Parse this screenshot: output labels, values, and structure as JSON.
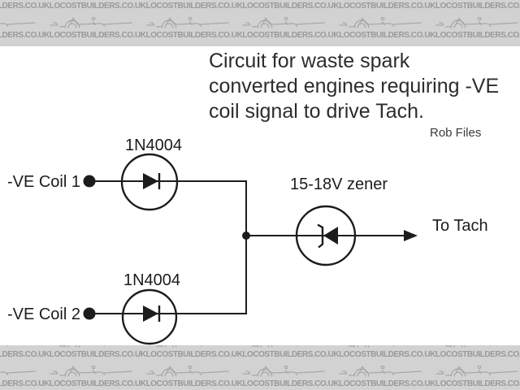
{
  "watermark": {
    "text": "LOCOSTBUILDERS.CO.UK"
  },
  "header": {
    "title_lines": [
      "Circuit for waste spark",
      "converted engines requiring -VE",
      "coil signal to drive Tach."
    ],
    "credit": "Rob Files"
  },
  "circuit": {
    "input1_label": "-VE Coil 1",
    "input2_label": "-VE Coil 2",
    "diode1_label": "1N4004",
    "diode2_label": "1N4004",
    "zener_label": "15-18V zener",
    "output_label": "To Tach"
  },
  "colors": {
    "ink": "#1c1c1c",
    "band_background": "#d2d2d2",
    "watermark_ink": "#999999"
  }
}
